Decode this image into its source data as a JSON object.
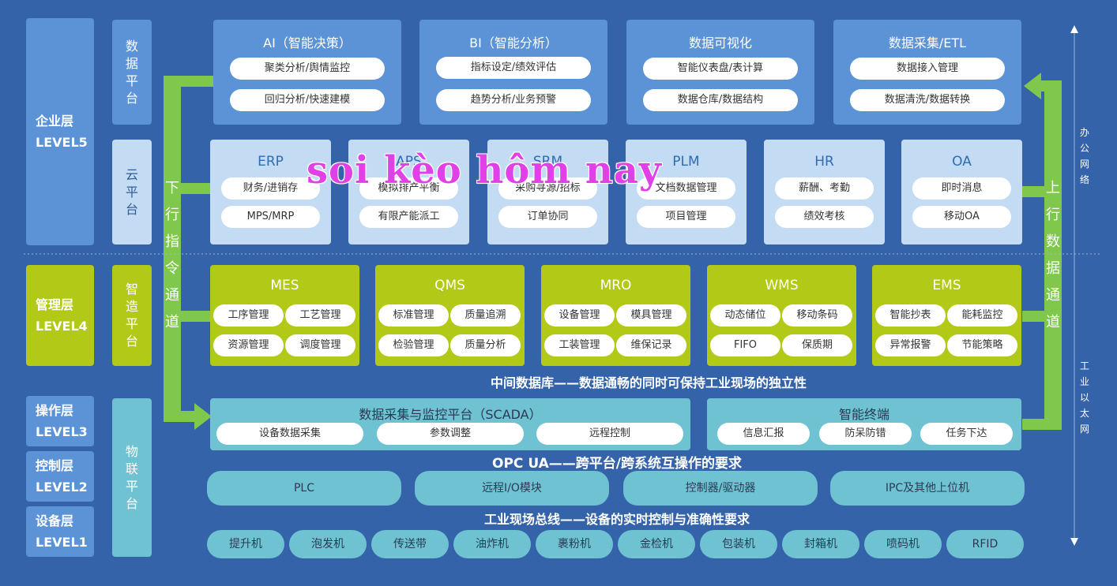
{
  "levels": {
    "l5": {
      "name": "企业层",
      "code": "LEVEL5"
    },
    "l4": {
      "name": "管理层",
      "code": "LEVEL4"
    },
    "l3": {
      "name": "操作层",
      "code": "LEVEL3"
    },
    "l2": {
      "name": "控制层",
      "code": "LEVEL2"
    },
    "l1": {
      "name": "设备层",
      "code": "LEVEL1"
    }
  },
  "platforms": {
    "data": [
      "数",
      "据",
      "平",
      "台"
    ],
    "cloud": [
      "云",
      "平",
      "台"
    ],
    "smart": [
      "智",
      "造",
      "平",
      "台"
    ],
    "iot": [
      "物",
      "联",
      "平",
      "台"
    ]
  },
  "data_platform": [
    {
      "title": "AI（智能决策）",
      "items": [
        "聚类分析/舆情监控",
        "回归分析/快速建模"
      ]
    },
    {
      "title": "BI（智能分析）",
      "items": [
        "指标设定/绩效评估",
        "趋势分析/业务预警"
      ]
    },
    {
      "title": "数据可视化",
      "items": [
        "智能仪表盘/表计算",
        "数据仓库/数据结构"
      ]
    },
    {
      "title": "数据采集/ETL",
      "items": [
        "数据接入管理",
        "数据清洗/数据转换"
      ]
    }
  ],
  "cloud_platform": [
    {
      "title": "ERP",
      "items": [
        "财务/进销存",
        "MPS/MRP"
      ]
    },
    {
      "title": "APS",
      "items": [
        "模拟排产平衡",
        "有限产能派工"
      ]
    },
    {
      "title": "SRM",
      "items": [
        "采购寻源/招标",
        "订单协同"
      ]
    },
    {
      "title": "PLM",
      "items": [
        "文档数据管理",
        "项目管理"
      ]
    },
    {
      "title": "HR",
      "items": [
        "薪酬、考勤",
        "绩效考核"
      ]
    },
    {
      "title": "OA",
      "items": [
        "即时消息",
        "移动OA"
      ]
    }
  ],
  "mgmt_platform": [
    {
      "title": "MES",
      "items": [
        "工序管理",
        "工艺管理",
        "资源管理",
        "调度管理"
      ]
    },
    {
      "title": "QMS",
      "items": [
        "标准管理",
        "质量追溯",
        "检验管理",
        "质量分析"
      ]
    },
    {
      "title": "MRO",
      "items": [
        "设备管理",
        "模具管理",
        "工装管理",
        "维保记录"
      ]
    },
    {
      "title": "WMS",
      "items": [
        "动态储位",
        "移动条码",
        "FIFO",
        "保质期"
      ]
    },
    {
      "title": "EMS",
      "items": [
        "智能抄表",
        "能耗监控",
        "异常报警",
        "节能策略"
      ]
    }
  ],
  "middle_db_text": "中间数据库——数据通畅的同时可保持工业现场的独立性",
  "scada": {
    "title": "数据采集与监控平台（SCADA）",
    "items": [
      "设备数据采集",
      "参数调整",
      "远程控制"
    ]
  },
  "terminal": {
    "title": "智能终端",
    "items": [
      "信息汇报",
      "防呆防错",
      "任务下达"
    ]
  },
  "opc_text": "OPC UA——跨平台/跨系统互操作的要求",
  "control_devices": [
    "PLC",
    "远程I/O模块",
    "控制器/驱动器",
    "IPC及其他上位机"
  ],
  "fieldbus_text": "工业现场总线——设备的实时控制与准确性要求",
  "field_devices": [
    "提升机",
    "泡发机",
    "传送带",
    "油炸机",
    "裹粉机",
    "金检机",
    "包装机",
    "封箱机",
    "喷码机",
    "RFID"
  ],
  "channels": {
    "down": [
      "下",
      "行",
      "指",
      "令",
      "通",
      "道"
    ],
    "up": [
      "上",
      "行",
      "数",
      "据",
      "通",
      "道"
    ]
  },
  "side_labels": {
    "office": [
      "办",
      "公",
      "网",
      "络"
    ],
    "industrial": [
      "工",
      "业",
      "以",
      "太",
      "网"
    ]
  },
  "watermark": "soi kèo hôm nay",
  "colors": {
    "background": "#3463aa",
    "blue_box": "#5b93d6",
    "light_blue": "#c4dcf3",
    "green": "#b3c918",
    "teal": "#6ec2d2",
    "arrow_green": "#7fc84c"
  }
}
